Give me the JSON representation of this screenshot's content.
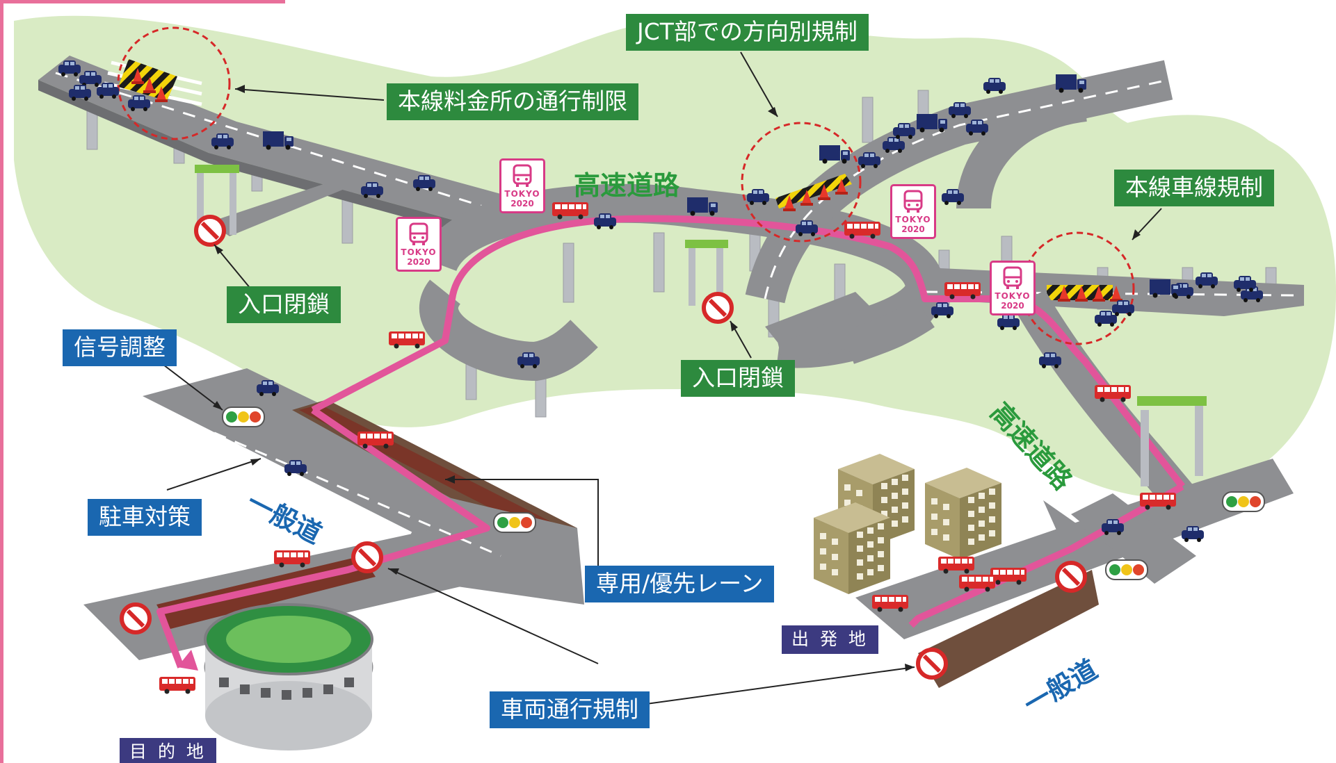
{
  "labels": {
    "toll_gate": "本線料金所の通行制限",
    "jct": "JCT部での方向別規制",
    "lane_restriction": "本線車線規制",
    "entrance_closure_left": "入口閉鎖",
    "entrance_closure_center": "入口閉鎖",
    "signal_adjustment": "信号調整",
    "parking_measures": "駐車対策",
    "dedicated_lane": "専用/優先レーン",
    "vehicle_restriction": "車両通行規制",
    "origin": "出 発 地",
    "destination": "目 的 地"
  },
  "road_text": {
    "expressway_top": "高速道路",
    "expressway_right": "高速道路",
    "general_road_left": "一般道",
    "general_road_right": "一般道"
  },
  "tokyo_sign": {
    "line1": "TOKYO",
    "line2": "2020"
  },
  "colors": {
    "land": "#d9ebc4",
    "road": "#8e8f92",
    "dedicated_route": "#e2559a",
    "label_green": "#2d8a3e",
    "label_blue": "#1a67b0",
    "label_purple": "#3c3a80",
    "restriction_circle": "#d62828",
    "bus": "#d92a2a",
    "car": "#1f2d6b"
  },
  "icons": {
    "no_entry": "no-entry-icon",
    "traffic_light": "traffic-light-icon",
    "bus": "bus-icon",
    "car": "car-icon",
    "truck": "truck-icon",
    "building": "building-icon",
    "stadium": "stadium-icon",
    "cone": "traffic-cone-icon",
    "barrier": "barrier-icon",
    "gantry": "gantry-icon"
  }
}
